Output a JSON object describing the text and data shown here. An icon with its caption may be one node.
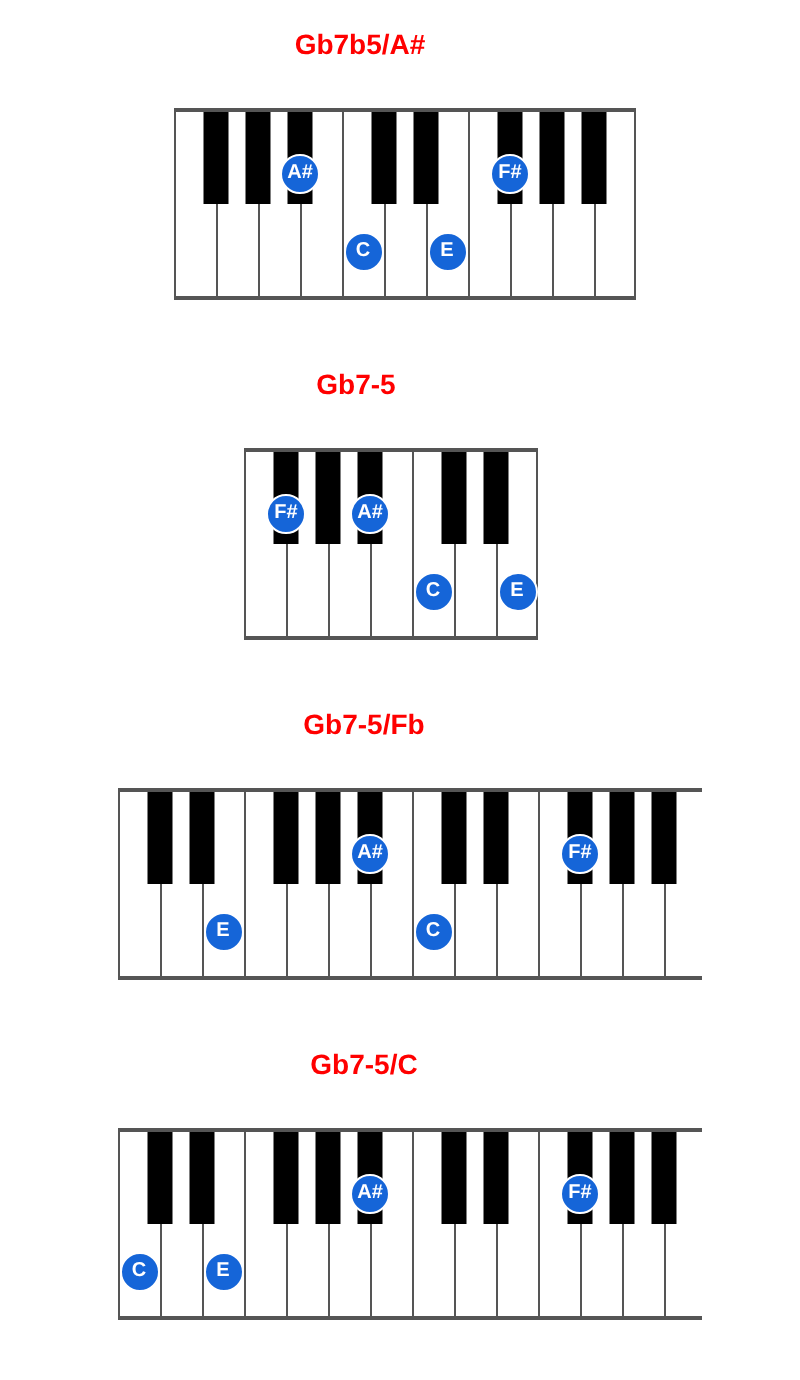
{
  "diagram": {
    "nodes": [
      {
        "text": [
          "Gb7b5/A#"
        ]
      },
      {
        "text": [
          "A#"
        ],
        "in": 0
      },
      {
        "text": [
          "C"
        ],
        "in": 0
      },
      {
        "text": [
          "E"
        ],
        "in": 0
      },
      {
        "text": [
          "F#"
        ],
        "in": 0
      },
      {
        "text": [
          "Gb7-5"
        ]
      },
      {
        "text": [
          "F#"
        ],
        "in": 5
      },
      {
        "text": [
          "A#"
        ],
        "in": 5
      },
      {
        "text": [
          "C"
        ],
        "in": 5
      },
      {
        "text": [
          "E"
        ],
        "in": 5
      },
      {
        "text": [
          "Gb7-5/Fb"
        ]
      },
      {
        "text": [
          "E"
        ],
        "in": 10
      },
      {
        "text": [
          "A#"
        ],
        "in": 10
      },
      {
        "text": [
          "C"
        ],
        "in": 10
      },
      {
        "text": [
          "F#"
        ],
        "in": 10
      },
      {
        "text": [
          "Gb7-5/C"
        ]
      },
      {
        "text": [
          "C"
        ],
        "in": 15
      },
      {
        "text": [
          "E"
        ],
        "in": 15
      },
      {
        "text": [
          "A#"
        ],
        "in": 15
      },
      {
        "text": [
          "F#"
        ],
        "in": 15
      }
    ]
  }
}
